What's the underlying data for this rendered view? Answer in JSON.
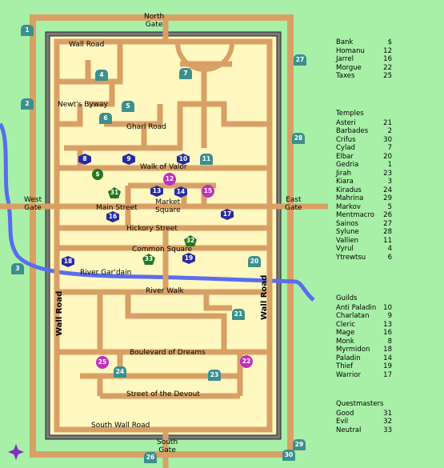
{
  "map": {
    "gates": {
      "north": "North\nGate",
      "south": "South\nGate",
      "east": "East\nGate",
      "west": "West\nGate"
    },
    "streets": {
      "wall_road_top": "Wall Road",
      "newts_byway": "Newt's Byway",
      "gharl_road": "Gharl Road",
      "walk_of_valor": "Walk of Valor",
      "main_street": "Main Street",
      "market_square": "Market\nSquare",
      "hickory_street": "Hickory Street",
      "common_square": "Common Square",
      "river_gardain": "River Gar'dain",
      "river_walk": "River Walk",
      "boulevard_of_dreams": "Boulevard of Dreams",
      "street_of_the_devout": "Street of the Devout",
      "south_wall_road": "South Wall Road",
      "wall_road_left": "Wall Road",
      "wall_road_right": "Wall Road"
    },
    "markers": [
      "1",
      "2",
      "3",
      "4",
      "5",
      "6",
      "7",
      "8",
      "9",
      "10",
      "11",
      "12",
      "13",
      "14",
      "15",
      "16",
      "17",
      "18",
      "19",
      "20",
      "21",
      "22",
      "23",
      "24",
      "25",
      "26",
      "27",
      "28",
      "29",
      "30",
      "31",
      "32",
      "33"
    ],
    "bank_symbol": "$",
    "colors": {
      "grass": "#a8f0a8",
      "road": "#d9a066",
      "city": "#fff8c0",
      "river": "#5a6cf0",
      "wall": "#333333",
      "temple": "#3c8f8f",
      "guild": "#2a2aa0",
      "quest": "#1f7a1f",
      "magic": "#c030c0"
    }
  },
  "legend": {
    "bank": [
      [
        "Bank",
        "$"
      ],
      [
        "Homanu",
        "12"
      ],
      [
        "Jarrel",
        "16"
      ],
      [
        "Morgue",
        "22"
      ],
      [
        "Taxes",
        "25"
      ]
    ],
    "temples_title": "Temples",
    "temples": [
      [
        "Asteri",
        "21"
      ],
      [
        "Barbades",
        "2"
      ],
      [
        "Crifus",
        "30"
      ],
      [
        "Cylad",
        "7"
      ],
      [
        "Elbar",
        "20"
      ],
      [
        "Gedria",
        "1"
      ],
      [
        "Jirah",
        "23"
      ],
      [
        "Kiara",
        "3"
      ],
      [
        "Kiradus",
        "24"
      ],
      [
        "Mahrina",
        "29"
      ],
      [
        "Markov",
        "5"
      ],
      [
        "Mentmacro",
        "26"
      ],
      [
        "Sainos",
        "27"
      ],
      [
        "Sylune",
        "28"
      ],
      [
        "Vallien",
        "11"
      ],
      [
        "Vyrul",
        "4"
      ],
      [
        "Ytrewtsu",
        "6"
      ]
    ],
    "guilds_title": "Guilds",
    "guilds": [
      [
        "Anti Paladin",
        "10"
      ],
      [
        "Charlatan",
        "9"
      ],
      [
        "Cleric",
        "13"
      ],
      [
        "Mage",
        "16"
      ],
      [
        "Monk",
        "8"
      ],
      [
        "Myrmidon",
        "18"
      ],
      [
        "Paladin",
        "14"
      ],
      [
        "Thief",
        "19"
      ],
      [
        "Warrior",
        "17"
      ]
    ],
    "quest_title": "Questmasters",
    "quest": [
      [
        "Good",
        "31"
      ],
      [
        "Evil",
        "32"
      ],
      [
        "Neutral",
        "33"
      ]
    ]
  }
}
